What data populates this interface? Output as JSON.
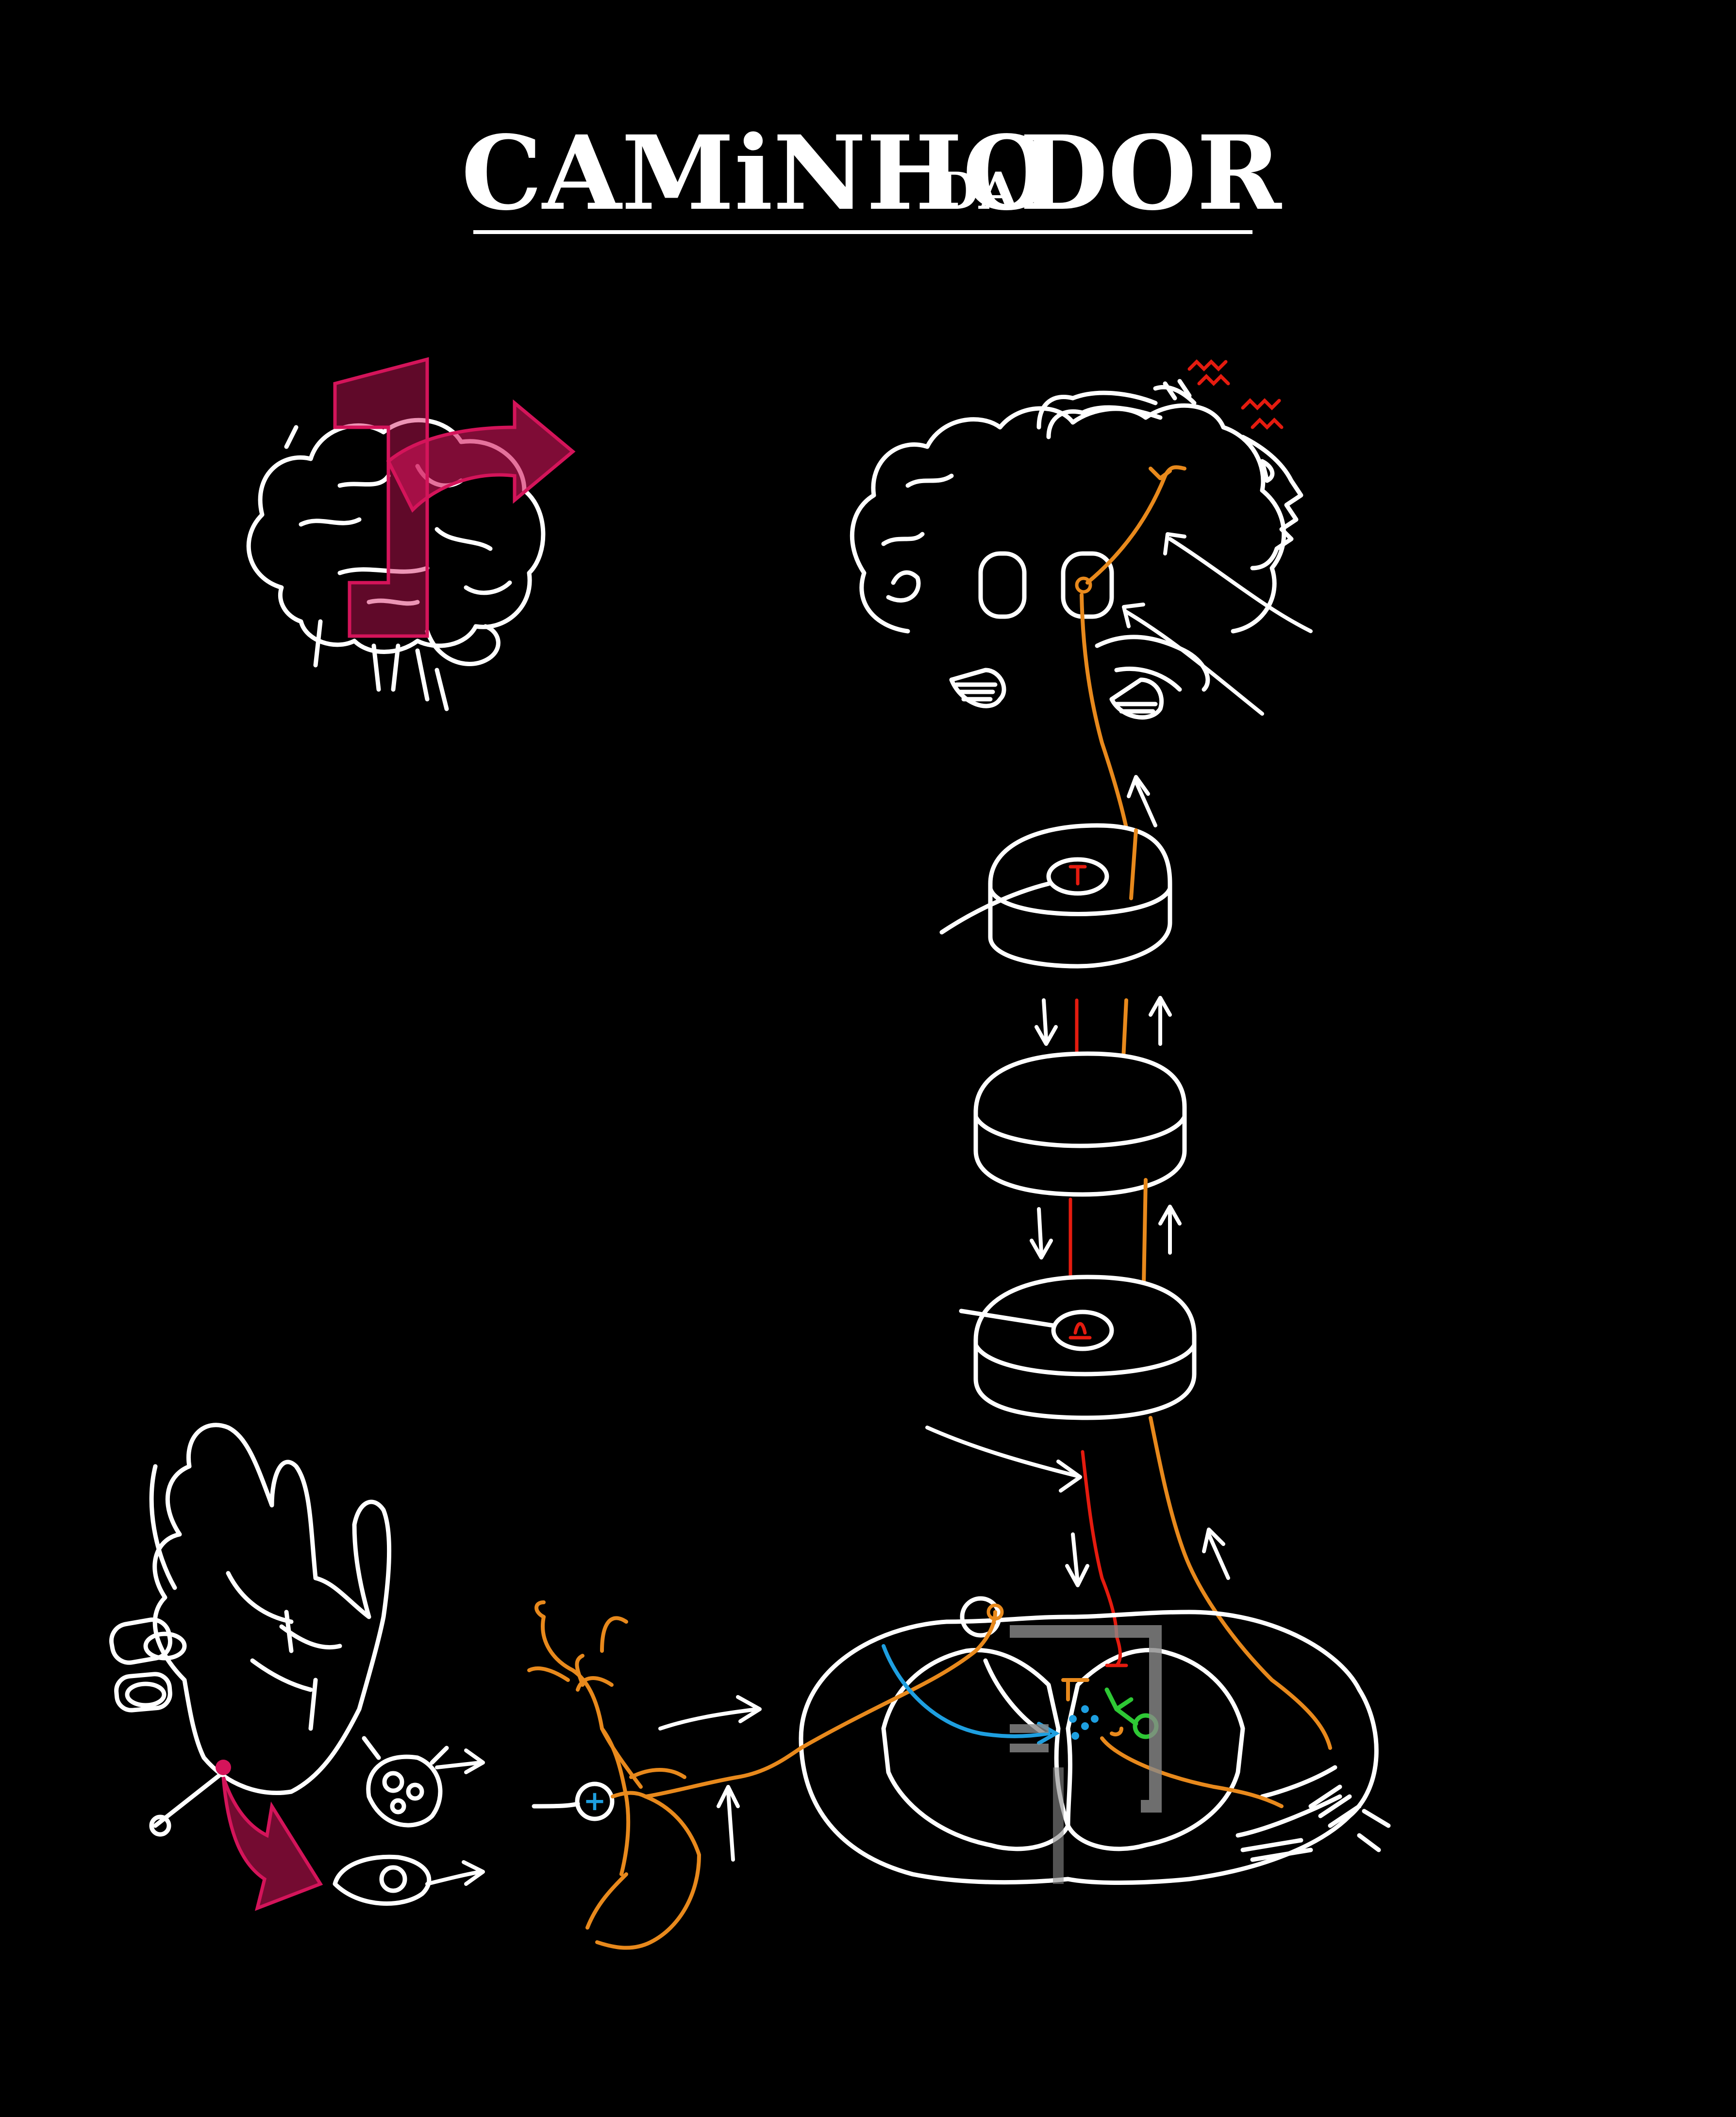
{
  "title": {
    "part1": "CAMiNHO",
    "part2": "DA",
    "part3": "DOR"
  },
  "signs": {
    "plus": "+"
  },
  "colors": {
    "background": "#000000",
    "chalk": "#ffffff",
    "nerve_orange": "#e8891c",
    "descending_red": "#e51b0f",
    "highlight_pink": "#d4145a",
    "blue": "#1e9fe0",
    "green": "#2ec835",
    "watermark_gray": "#8a8a8a"
  },
  "icons": [
    "brain-icon",
    "brain-section-icon",
    "spinal-segment-icon",
    "hand-icon",
    "pin-icon",
    "receptor-cell-icon",
    "neuron-icon",
    "spinal-cord-cross-section-icon",
    "arrow-icon",
    "face-profile-icon"
  ]
}
